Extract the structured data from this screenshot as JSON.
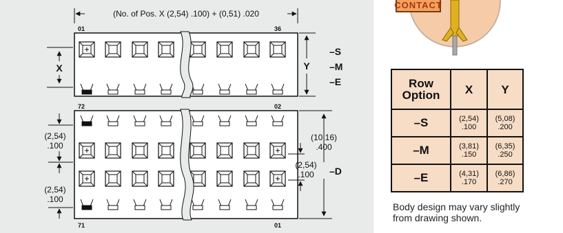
{
  "top_dimension_text": "(No. of Pos. X (2,54) .100) + (0,51) .020",
  "pins": {
    "top_left": "01",
    "top_right": "36",
    "bottom_top_left": "72",
    "bottom_top_right": "02",
    "bottom_bottom_left": "71",
    "bottom_bottom_right": "01"
  },
  "labels": {
    "x": "X",
    "y": "Y",
    "s": "–S",
    "m": "–M",
    "e": "–E",
    "d": "–D"
  },
  "dims": {
    "left_a_metric": "(2,54)",
    "left_a_inch": ".100",
    "left_b_metric": "(2,54)",
    "left_b_inch": ".100",
    "right_a_metric": "(10,16)",
    "right_a_inch": ".400",
    "right_b_metric": "(2,54)",
    "right_b_inch": ".100"
  },
  "badge": {
    "text": "CONTACT"
  },
  "table": {
    "headers": [
      "Row Option",
      "X",
      "Y"
    ],
    "rows": [
      {
        "option": "–S",
        "x_metric": "(2,54)",
        "x_inch": ".100",
        "y_metric": "(5,08)",
        "y_inch": ".200"
      },
      {
        "option": "–M",
        "x_metric": "(3,81)",
        "x_inch": ".150",
        "y_metric": "(6,35)",
        "y_inch": ".250"
      },
      {
        "option": "–E",
        "x_metric": "(4,31)",
        "x_inch": ".170",
        "y_metric": "(6,86)",
        "y_inch": ".270"
      }
    ]
  },
  "note": {
    "line1": "Body design may vary slightly",
    "line2": "from drawing shown."
  },
  "colors": {
    "panel": "#e9eaea",
    "table_fill": "#f7dcc6",
    "badge_fill": "#f2a25e",
    "badge_text": "#a8390e",
    "circle_fill": "#f6cba8",
    "pin_gold": "#e0b020"
  }
}
